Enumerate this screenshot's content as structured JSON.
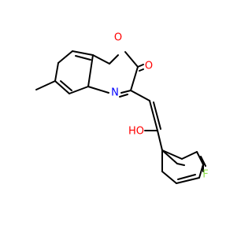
{
  "molecule": {
    "atoms": {
      "ring_oxygen": "O",
      "carbonyl_oxygen": "O",
      "ring_nitrogen": "N",
      "hydroxyl": "HO",
      "fluorine": "F"
    }
  },
  "colors": {
    "bond": "#000000",
    "oxygen": "#ff0000",
    "nitrogen": "#0000ff",
    "fluorine": "#90e050",
    "background": "#ffffff"
  }
}
